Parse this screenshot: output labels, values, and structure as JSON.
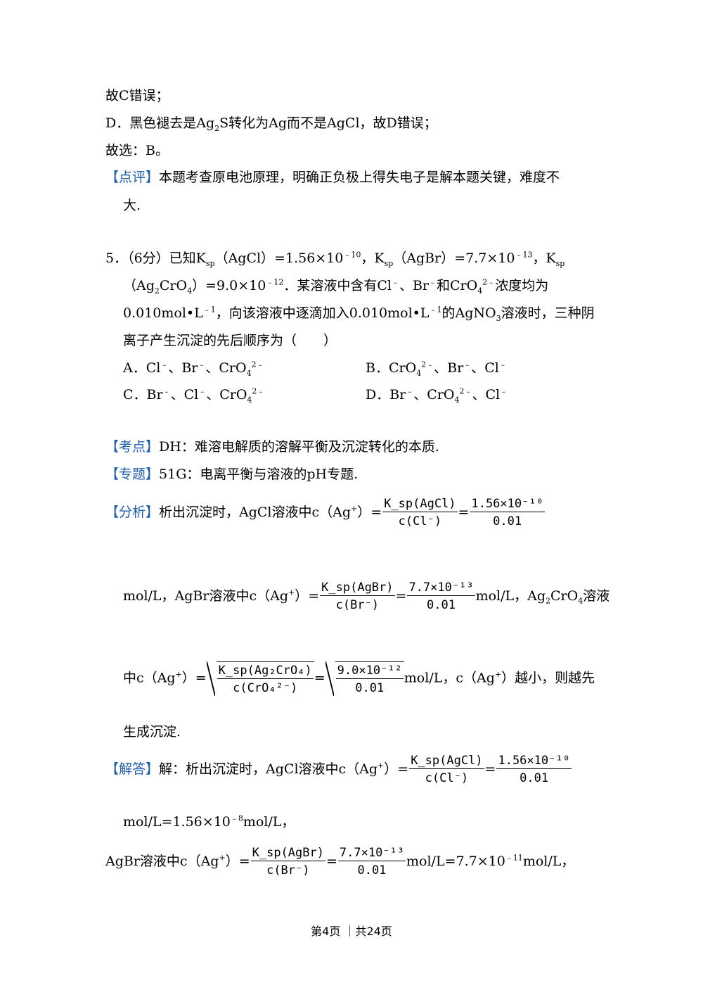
{
  "lines": {
    "l1": "故C错误；",
    "l2a": "D．黑色褪去是Ag",
    "l2b": "2",
    "l2c": "S转化为Ag而不是AgCl，故D错误；",
    "l3": "故选：B。",
    "dianping_tag": "【点评】",
    "dianping_text": "本题考查原电池原理，明确正负极上得失电子是解本题关键，难度不",
    "dianping_text2": "大."
  },
  "question": {
    "q1": "5．（6分）已知K",
    "sp": "sp",
    "q1b": "（AgCl）=1.56×10",
    "e10": "﹣10",
    "q1c": "，K",
    "q1d": "（AgBr）=7.7×10",
    "e13": "﹣13",
    "q1e": "，K",
    "q2a": "（Ag",
    "n2": "2",
    "q2b": "CrO",
    "n4": "4",
    "q2c": "）=9.0×10",
    "e12": "﹣12",
    "q2d": "．某溶液中含有Cl",
    "minus": "﹣",
    "q2e": "、Br",
    "q2f": "和CrO",
    "e2m": "2﹣",
    "q2g": "浓度均为",
    "q3a": "0.010mol•L",
    "em1": "﹣1",
    "q3b": "，向该溶液中逐滴加入0.010mol•L",
    "q3c": "的AgNO",
    "n3": "3",
    "q3d": "溶液时，三种阴",
    "q4": "离子产生沉淀的先后顺序为（　　）",
    "optA": "A．Cl",
    "optA2": "、Br",
    "optA3": "、CrO",
    "optB": "B．CrO",
    "optB2": "、Br",
    "optB3": "、Cl",
    "optC": "C．Br",
    "optC2": "、Cl",
    "optC3": "、CrO",
    "optD": "D．Br",
    "optD2": "、CrO",
    "optD3": "、Cl"
  },
  "kaodian_tag": "【考点】",
  "kaodian": "DH：难溶电解质的溶解平衡及沉淀转化的本质.",
  "zhuanti_tag": "【专题】",
  "zhuanti": "51G：电离平衡与溶液的pH专题.",
  "fenxi_tag": "【分析】",
  "fenxi1": "析出沉淀时，AgCl溶液中c（Ag",
  "plus": "+",
  "rp_eq": "）=",
  "f_ksp_agcl": "K_sp(AgCl)",
  "f_c_cl": "c(Cl⁻)",
  "f_1_56": "1.56×10⁻¹⁰",
  "f_001": "0.01",
  "eq": "=",
  "fenxi2a": "mol/L，AgBr溶液中c（Ag",
  "f_ksp_agbr": "K_sp(AgBr)",
  "f_c_br": "c(Br⁻)",
  "f_7_7": "7.7×10⁻¹³",
  "fenxi2b": "mol/L，Ag",
  "fenxi2c": "CrO",
  "fenxi2d": "溶液",
  "fenxi3a": "中c（Ag",
  "f_ksp_ag2cro4": "K_sp(Ag₂CrO₄)",
  "f_c_cro4": "c(CrO₄²⁻)",
  "f_9_0": "9.0×10⁻¹²",
  "fenxi3b": "mol/L，c（Ag",
  "fenxi3c": "）越小，则越先",
  "fenxi4": "生成沉淀.",
  "jieda_tag": "【解答】",
  "jieda1": "解：析出沉淀时，AgCl溶液中c（Ag",
  "jieda2": "mol/L=1.56×10",
  "em8": "﹣8",
  "molL": "mol/L，",
  "jieda3a": "AgBr溶液中c（Ag",
  "jieda3b": "mol/L=7.7×10",
  "em11": "﹣11",
  "footer": "第4页 ｜共24页"
}
